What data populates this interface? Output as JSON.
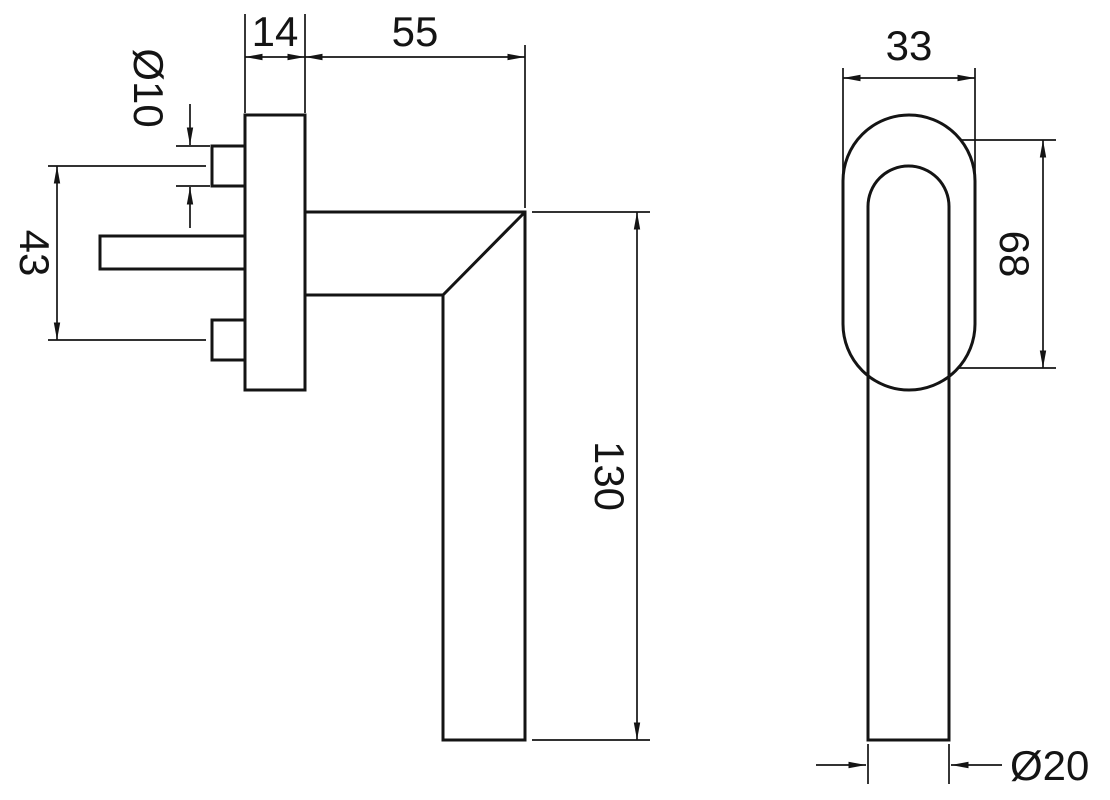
{
  "drawing": {
    "type": "technical-dimension-drawing",
    "subject": "window-handle-two-views",
    "line_color": "#141414",
    "background_color": "#ffffff",
    "side_view": {
      "labels": {
        "plate_thickness": "14",
        "neck_length": "55",
        "screw_boss_diameter": "Ø10",
        "screw_spacing": "43",
        "handle_length": "130"
      }
    },
    "front_view": {
      "labels": {
        "rosette_width": "33",
        "rosette_height": "68",
        "grip_diameter": "Ø20"
      }
    }
  }
}
